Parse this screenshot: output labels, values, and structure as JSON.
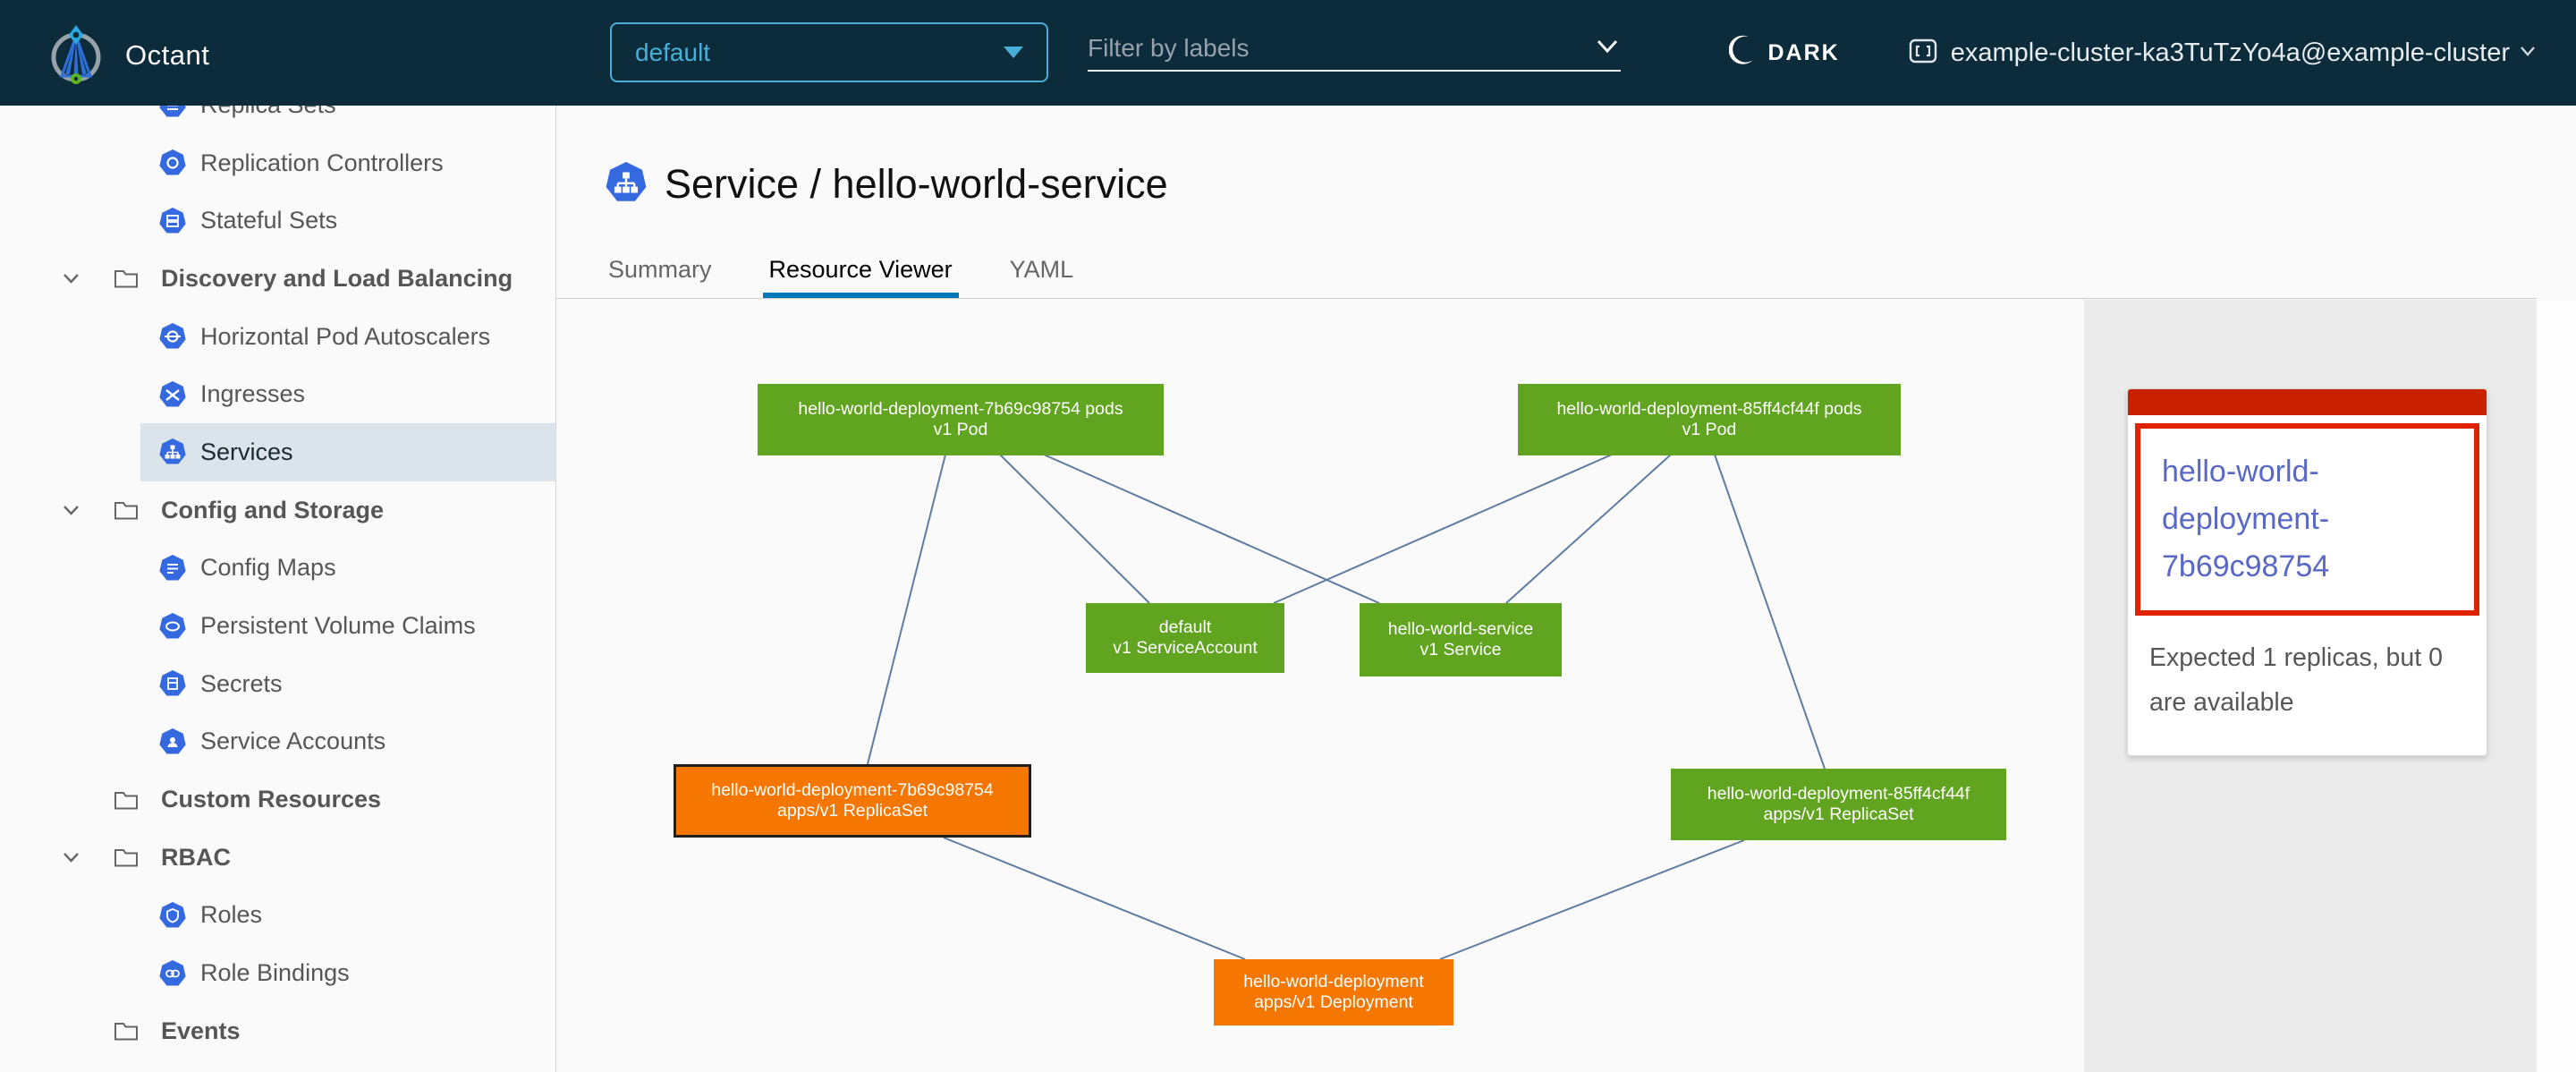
{
  "header": {
    "app_title": "Octant",
    "namespace": {
      "value": "default"
    },
    "filter": {
      "placeholder": "Filter by labels"
    },
    "theme": {
      "label": "DARK"
    },
    "context": {
      "label": "example-cluster-ka3TuTzYo4a@example-cluster"
    }
  },
  "sidebar": {
    "items": [
      {
        "label": "Replica Sets",
        "type": "resource"
      },
      {
        "label": "Replication Controllers",
        "type": "resource"
      },
      {
        "label": "Stateful Sets",
        "type": "resource"
      },
      {
        "label": "Discovery and Load Balancing",
        "type": "group",
        "expanded": true
      },
      {
        "label": "Horizontal Pod Autoscalers",
        "type": "resource"
      },
      {
        "label": "Ingresses",
        "type": "resource"
      },
      {
        "label": "Services",
        "type": "resource",
        "selected": true
      },
      {
        "label": "Config and Storage",
        "type": "group",
        "expanded": true
      },
      {
        "label": "Config Maps",
        "type": "resource"
      },
      {
        "label": "Persistent Volume Claims",
        "type": "resource"
      },
      {
        "label": "Secrets",
        "type": "resource"
      },
      {
        "label": "Service Accounts",
        "type": "resource"
      },
      {
        "label": "Custom Resources",
        "type": "group"
      },
      {
        "label": "RBAC",
        "type": "group",
        "expanded": true
      },
      {
        "label": "Roles",
        "type": "resource"
      },
      {
        "label": "Role Bindings",
        "type": "resource"
      },
      {
        "label": "Events",
        "type": "group"
      }
    ]
  },
  "main": {
    "title": "Service / hello-world-service",
    "tabs": [
      {
        "label": "Summary",
        "active": false
      },
      {
        "label": "Resource Viewer",
        "active": true
      },
      {
        "label": "YAML",
        "active": false
      }
    ]
  },
  "graph": {
    "nodes": [
      {
        "id": "pod-7b69c98754",
        "line1": "hello-world-deployment-7b69c98754 pods",
        "line2": "v1 Pod",
        "status": "ok"
      },
      {
        "id": "pod-85ff4cf44f",
        "line1": "hello-world-deployment-85ff4cf44f pods",
        "line2": "v1 Pod",
        "status": "ok"
      },
      {
        "id": "serviceaccount-default",
        "line1": "default",
        "line2": "v1 ServiceAccount",
        "status": "ok"
      },
      {
        "id": "service-hello-world",
        "line1": "hello-world-service",
        "line2": "v1 Service",
        "status": "ok"
      },
      {
        "id": "replicaset-7b69c98754",
        "line1": "hello-world-deployment-7b69c98754",
        "line2": "apps/v1 ReplicaSet",
        "status": "warning",
        "selected": true
      },
      {
        "id": "replicaset-85ff4cf44f",
        "line1": "hello-world-deployment-85ff4cf44f",
        "line2": "apps/v1 ReplicaSet",
        "status": "ok"
      },
      {
        "id": "deployment-hello-world",
        "line1": "hello-world-deployment",
        "line2": "apps/v1 Deployment",
        "status": "warning"
      }
    ],
    "edges": [
      [
        "pod-7b69c98754",
        "replicaset-7b69c98754"
      ],
      [
        "pod-7b69c98754",
        "serviceaccount-default"
      ],
      [
        "pod-7b69c98754",
        "service-hello-world"
      ],
      [
        "pod-85ff4cf44f",
        "serviceaccount-default"
      ],
      [
        "pod-85ff4cf44f",
        "service-hello-world"
      ],
      [
        "pod-85ff4cf44f",
        "replicaset-85ff4cf44f"
      ],
      [
        "replicaset-7b69c98754",
        "deployment-hello-world"
      ],
      [
        "replicaset-85ff4cf44f",
        "deployment-hello-world"
      ]
    ]
  },
  "panel": {
    "alert_title": "hello-world-deployment-7b69c98754",
    "alert_message": "Expected 1 replicas, but 0 are available"
  },
  "colors": {
    "header_bg": "#0c2b3b",
    "accent_blue": "#49afd9",
    "k8s_icon_blue": "#3569e0",
    "node_ok_green": "#61a41f",
    "node_warning_orange": "#f57600",
    "selected_node_border": "#231f1c",
    "alert_bar_red": "#c92100",
    "alert_border_red": "#e12200",
    "link_purple": "#5968c5",
    "edge_blue_gray": "#5e7ca2",
    "tab_underline_blue": "#0079ba",
    "sidebar_selected_bg": "#dbe4ea"
  }
}
